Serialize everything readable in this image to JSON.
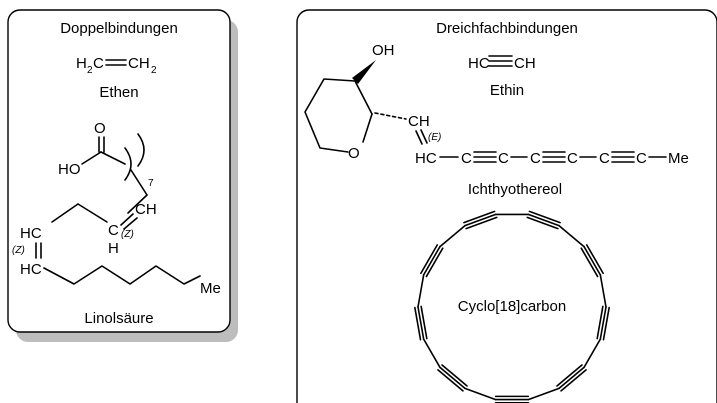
{
  "panels": {
    "left": {
      "title": "Doppelbindungen",
      "ethene_formula": {
        "left": "H",
        "left_sub": "2",
        "left_c": "C",
        "right": "CH",
        "right_sub": "2"
      },
      "ethene_name": "Ethen",
      "linoleic": {
        "o_label": "O",
        "ho_label": "HO",
        "repeat_sub": "7",
        "ch_label": "CH",
        "c_label": "C",
        "h_label": "H",
        "z1": "(Z)",
        "z2": "(Z)",
        "hc_top": "HC",
        "hc_bottom": "HC",
        "me_label": "Me",
        "name": "Linolsäure"
      }
    },
    "right": {
      "title": "Dreichfachbindungen",
      "ethyne_formula": {
        "left": "HC",
        "right": "CH"
      },
      "ethyne_name": "Ethin",
      "ichthyo": {
        "oh_label": "OH",
        "o_ring": "O",
        "ch_label": "CH",
        "e_label": "(E)",
        "hc_label": "HC",
        "c1": "C",
        "c2": "C",
        "c3": "C",
        "c4": "C",
        "c5": "C",
        "c6": "C",
        "me_label": "Me",
        "name": "Ichthyothereol"
      },
      "cyclocarbon_name": "Cyclo[18]carbon"
    }
  }
}
